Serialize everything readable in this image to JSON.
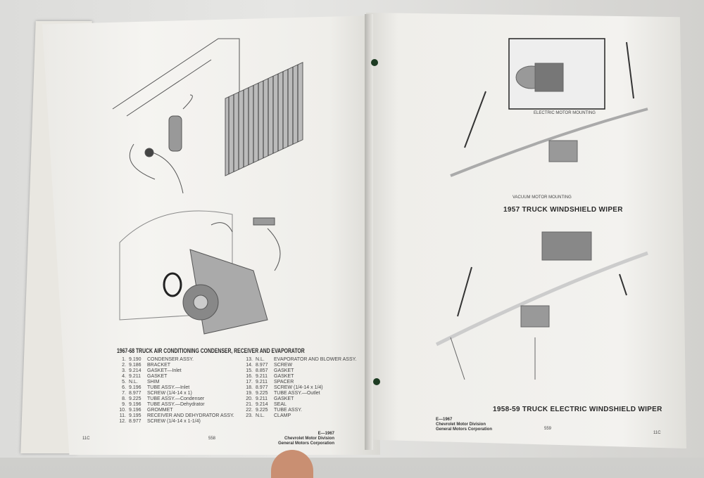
{
  "left_page": {
    "caption": "1967-68 TRUCK AIR CONDITIONING CONDENSER, RECEIVER AND EVAPORATOR",
    "parts": [
      {
        "no": "1.",
        "code": "9.190",
        "name": "CONDENSER ASSY."
      },
      {
        "no": "2.",
        "code": "9.186",
        "name": "BRACKET"
      },
      {
        "no": "3.",
        "code": "9.214",
        "name": "GASKET—Inlet"
      },
      {
        "no": "4.",
        "code": "9.211",
        "name": "GASKET"
      },
      {
        "no": "5.",
        "code": "N.L.",
        "name": "SHIM"
      },
      {
        "no": "6.",
        "code": "9.196",
        "name": "TUBE ASSY.—Inlet"
      },
      {
        "no": "7.",
        "code": "8.977",
        "name": "SCREW (1/4-14 x 1)"
      },
      {
        "no": "8.",
        "code": "9.225",
        "name": "TUBE ASSY.—Condenser"
      },
      {
        "no": "9.",
        "code": "9.196",
        "name": "TUBE ASSY.—Dehydrator"
      },
      {
        "no": "10.",
        "code": "9.196",
        "name": "GROMMET"
      },
      {
        "no": "11.",
        "code": "9.195",
        "name": "RECEIVER AND DEHYDRATOR ASSY."
      },
      {
        "no": "12.",
        "code": "8.977",
        "name": "SCREW (1/4-14 x 1-1/4)"
      },
      {
        "no": "13.",
        "code": "N.L.",
        "name": "EVAPORATOR AND BLOWER ASSY."
      },
      {
        "no": "14.",
        "code": "8.977",
        "name": "SCREW"
      },
      {
        "no": "15.",
        "code": "8.857",
        "name": "GASKET"
      },
      {
        "no": "16.",
        "code": "9.211",
        "name": "GASKET"
      },
      {
        "no": "17.",
        "code": "9.211",
        "name": "SPACER"
      },
      {
        "no": "18.",
        "code": "8.977",
        "name": "SCREW (1/4-14 x 1/4)"
      },
      {
        "no": "19.",
        "code": "9.225",
        "name": "TUBE ASSY.—Outlet"
      },
      {
        "no": "20.",
        "code": "9.211",
        "name": "GASKET"
      },
      {
        "no": "21.",
        "code": "9.214",
        "name": "SEAL"
      },
      {
        "no": "22.",
        "code": "9.225",
        "name": "TUBE ASSY."
      },
      {
        "no": "23.",
        "code": "N.L.",
        "name": "CLAMP"
      }
    ],
    "section": "11C",
    "page_number": "558",
    "footer": [
      "E—1967",
      "Chevrolet Motor Division",
      "General Motors Corporation"
    ]
  },
  "right_page": {
    "inset_caption": "ELECTRIC MOTOR MOUNTING",
    "vacuum_caption": "VACUUM MOTOR MOUNTING",
    "caption_1957": "1957 TRUCK WINDSHIELD WIPER",
    "caption_1958": "1958-59 TRUCK ELECTRIC WINDSHIELD WIPER",
    "section": "11C",
    "page_number": "559",
    "footer": [
      "E—1967",
      "Chevrolet Motor Division",
      "General Motors Corporation"
    ]
  }
}
